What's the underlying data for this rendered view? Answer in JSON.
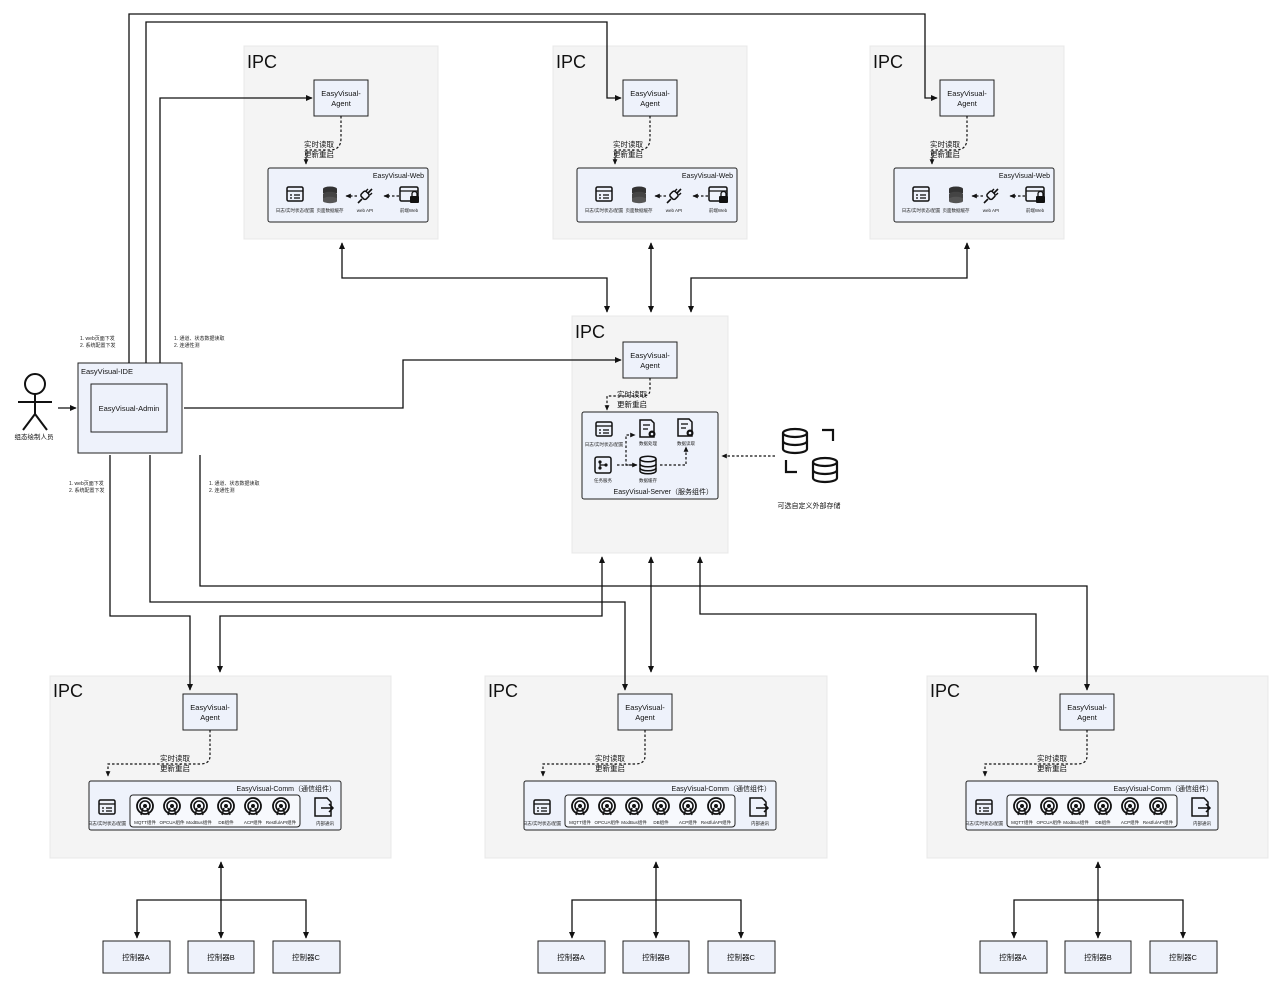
{
  "ipc_label": "IPC",
  "agent_line1": "EasyVisual-",
  "agent_line2": "Agent",
  "realtime_line1": "实时读取",
  "realtime_line2": "更新重启",
  "web": {
    "title": "EasyVisual-Web",
    "icons": [
      "日志/实时状态/配置",
      "页面数据缓存",
      "web API",
      "前端Web"
    ]
  },
  "server": {
    "title": "EasyVisual-Server（服务组件）",
    "icons": [
      "日志/实时状态/配置",
      "数据处理",
      "数据读取",
      "任务服务",
      "数据缓存"
    ]
  },
  "comm": {
    "title": "EasyVisual-Comm（通信组件）",
    "log_label": "日志/实时状态/配置",
    "protocols": [
      "MQTT组件",
      "OPCUA组件",
      "ModBus组件",
      "DB组件",
      "ACP组件",
      "RestfulAPI组件"
    ],
    "inner_label": "内部通讯"
  },
  "ide": {
    "title": "EasyVisual-IDE",
    "admin": "EasyVisual-Admin"
  },
  "actor_label": "组态绘制人员",
  "notes": {
    "web_deploy": [
      "1. web页面下发",
      "2. 系统配置下发"
    ],
    "comm_deploy": [
      "1. 通道、状态数据读取",
      "2. 连通性测"
    ]
  },
  "external_storage": "可选自定义外部存储",
  "controllers": [
    "控制器A",
    "控制器B",
    "控制器C"
  ],
  "icon_names": [
    "log-icon",
    "database-icon",
    "plug-icon",
    "web-lock-icon",
    "data-process-icon",
    "task-icon",
    "signal-icon",
    "export-icon",
    "user-icon"
  ]
}
